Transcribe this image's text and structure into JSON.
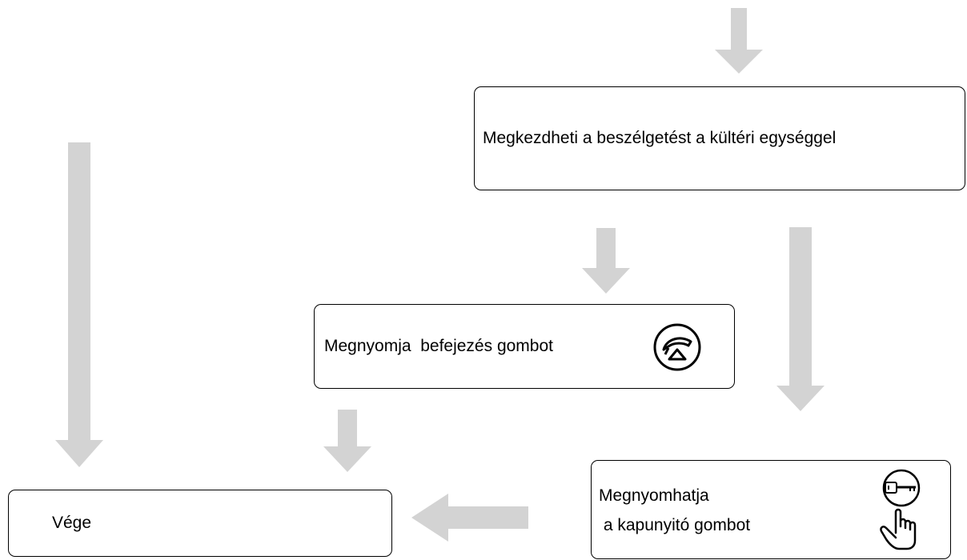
{
  "flowchart": {
    "start_conversation": "Megkezdheti a beszélgetést a kültéri egységgel",
    "press_end_button": "Megnyomja  befejezés gombot",
    "press_gate_button_line1": "Megnyomhatja",
    "press_gate_button_line2": " a kapunyitó gombot",
    "end": "Vége"
  },
  "icons": {
    "end_button": "hang-up-handset-icon",
    "gate_button": "key-press-hand-icon"
  },
  "colors": {
    "arrow": "#d3d3d3",
    "border": "#000000",
    "text": "#000000"
  }
}
